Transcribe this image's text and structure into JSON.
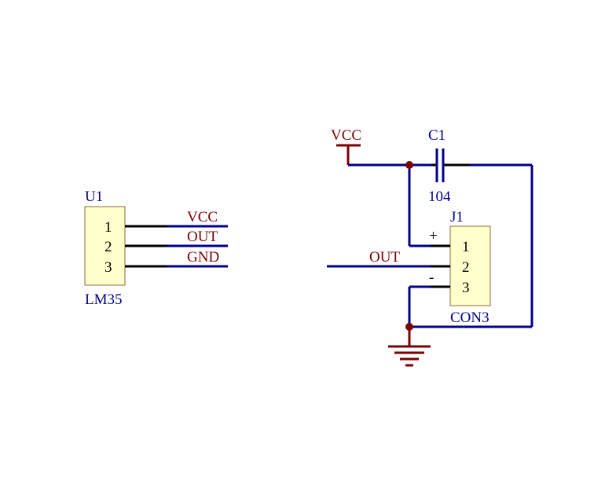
{
  "u1": {
    "designator": "U1",
    "part": "LM35",
    "pins": [
      "1",
      "2",
      "3"
    ],
    "nets": [
      "VCC",
      "OUT",
      "GND"
    ]
  },
  "power": {
    "vcc_label": "VCC"
  },
  "c1": {
    "designator": "C1",
    "value": "104"
  },
  "j1": {
    "designator": "J1",
    "part": "CON3",
    "pins": [
      "1",
      "2",
      "3"
    ],
    "plus": "+",
    "minus": "-"
  },
  "out_net": "OUT",
  "colors": {
    "wire": "#00008b",
    "pin": "#000000",
    "power": "#7b0000",
    "body": "#ffffcc"
  }
}
